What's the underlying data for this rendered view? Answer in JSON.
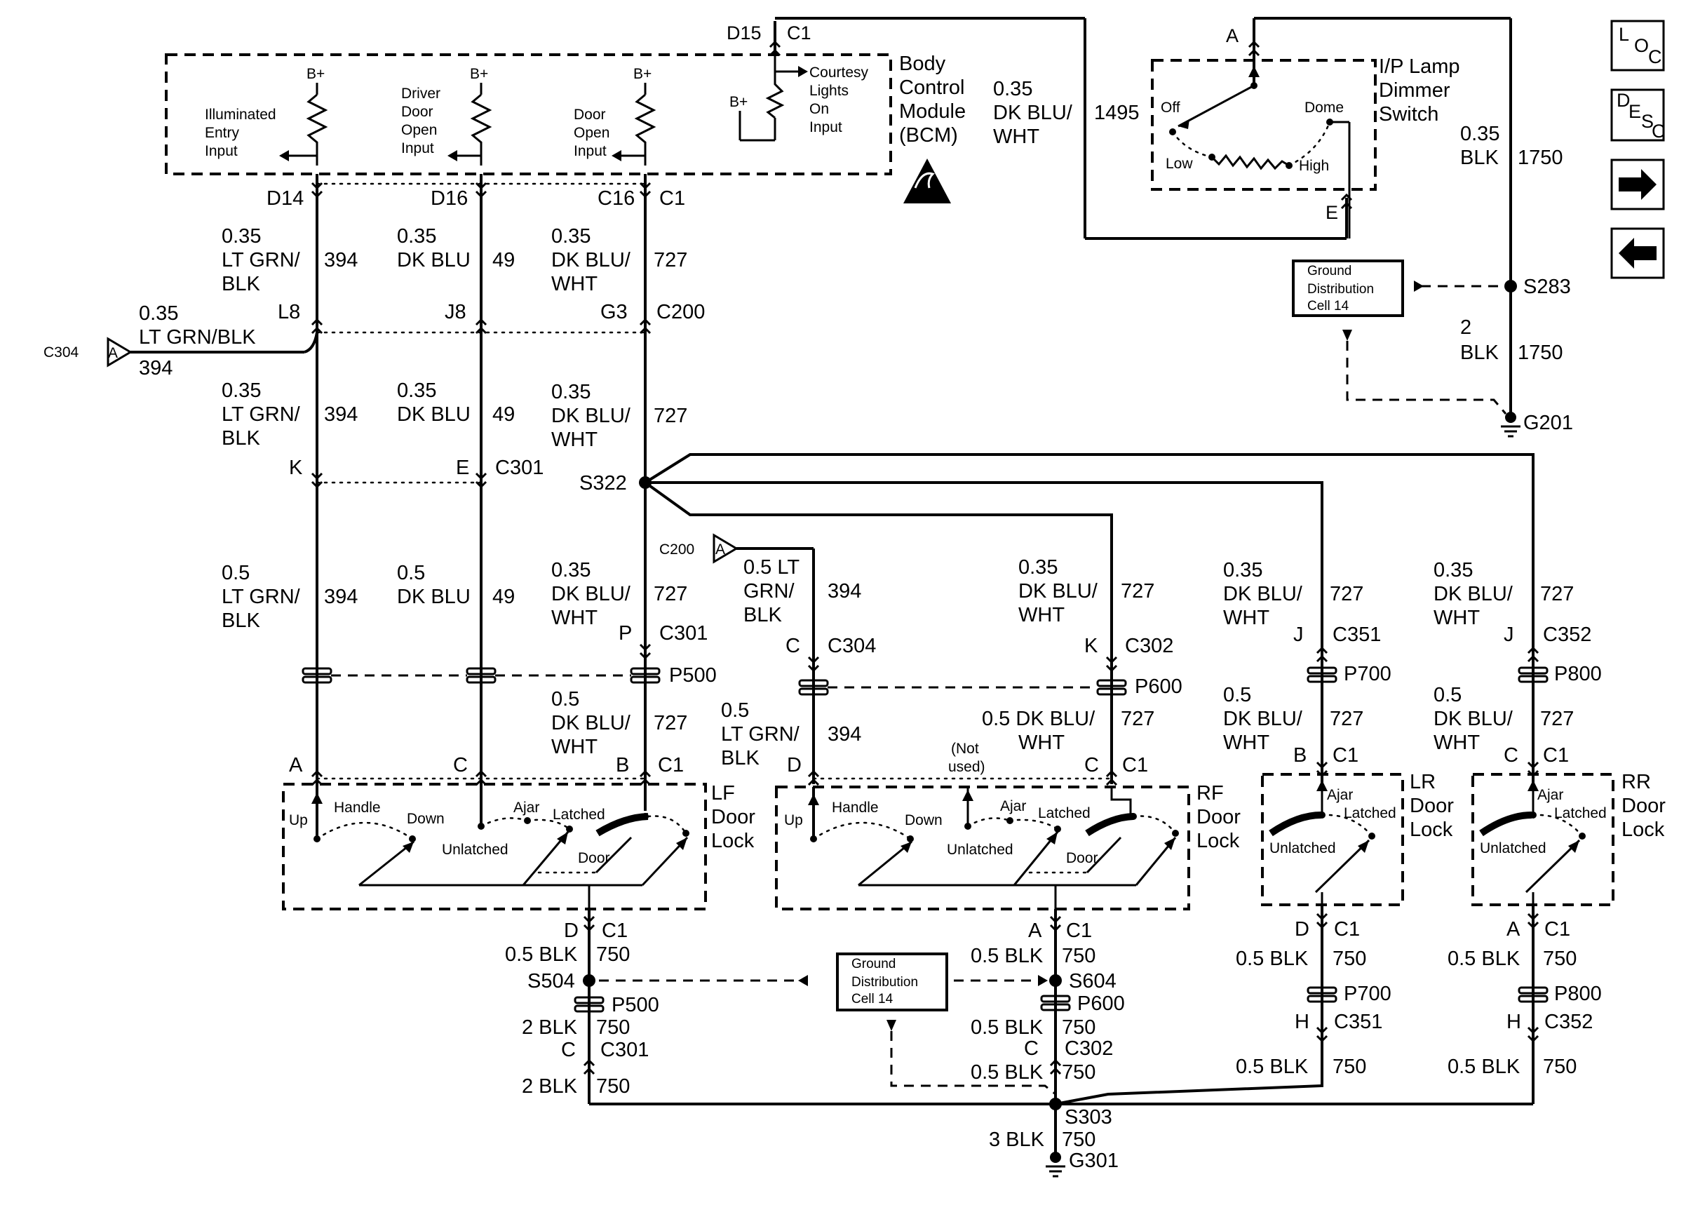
{
  "nav": {
    "loc": [
      "L",
      "O",
      "C"
    ],
    "desc": [
      "D",
      "E",
      "S",
      "C"
    ],
    "icons": [
      "loc-button",
      "desc-button",
      "arrow-right-icon",
      "arrow-left-icon"
    ]
  },
  "bcm": {
    "name": [
      "Body",
      "Control",
      "Module",
      "(BCM)"
    ],
    "inputs": [
      [
        "Illuminated",
        "Entry",
        "Input"
      ],
      [
        "Driver",
        "Door",
        "Open",
        "Input"
      ],
      [
        "Door",
        "Open",
        "Input"
      ],
      [
        "Courtesy",
        "Lights",
        "On",
        "Input"
      ]
    ],
    "bplus": "B+",
    "d15_pin": "D15",
    "d15_conn": "C1",
    "d15_wire": [
      "0.35",
      "DK BLU/",
      "WHT"
    ],
    "circuit_1495": "1495"
  },
  "dimmer": {
    "name": [
      "I/P Lamp",
      "Dimmer",
      "Switch"
    ],
    "pin_a": "A",
    "pin_e": "E",
    "off": "Off",
    "dome": "Dome",
    "low": "Low",
    "high": "High",
    "wire_top": [
      "0.35",
      "BLK"
    ],
    "circuit_top": "1750",
    "wire_bottom": [
      "2",
      "BLK"
    ],
    "circuit_bottom": "1750",
    "splice": "S283",
    "ground": "G201"
  },
  "gdc": {
    "label": [
      "Ground",
      "Distribution",
      "Cell 14"
    ]
  },
  "cols": {
    "c1": {
      "pin1": "D14",
      "wire1": [
        "0.35",
        "LT GRN/",
        "BLK"
      ],
      "cir": "394",
      "pin2": "L8",
      "pin3": "K",
      "wire3": [
        "0.5",
        "LT GRN/",
        "BLK"
      ],
      "pin4": "A"
    },
    "c2": {
      "pin1": "D16",
      "wire1": [
        "0.35",
        "DK BLU"
      ],
      "cir": "49",
      "pin2": "J8",
      "pin3": "E",
      "conn3": "C301",
      "wire3": [
        "0.5",
        "DK BLU"
      ],
      "pin4": "C"
    },
    "c3": {
      "pin1": "C16",
      "conn1": "C1",
      "wire1": [
        "0.35",
        "DK BLU/",
        "WHT"
      ],
      "cir": "727",
      "pin2": "G3",
      "conn2": "C200",
      "splice": "S322",
      "pin3": "P",
      "conn3": "C301",
      "conn4": "P500",
      "wire4": [
        "0.5",
        "DK BLU/",
        "WHT"
      ],
      "pin5": "B",
      "conn5": "C1"
    }
  },
  "c304": {
    "label": "C304",
    "flag": "A",
    "wire": [
      "0.35",
      "LT GRN/BLK"
    ],
    "cir": "394"
  },
  "rf": {
    "c200": "C200",
    "flag": "A",
    "wire1": [
      "0.5 LT",
      "GRN/",
      "BLK"
    ],
    "cir1": "394",
    "pin_c": "C",
    "conn_c304": "C304",
    "wire2": [
      "0.5",
      "LT GRN/",
      "BLK"
    ],
    "cir2": "394",
    "pin_d": "D",
    "col2_wire1": [
      "0.35",
      "DK BLU/",
      "WHT"
    ],
    "col2_cir": "727",
    "pin_k": "K",
    "conn_c302": "C302",
    "p600": "P600",
    "col2_wire2": [
      "0.5 DK BLU/",
      "WHT"
    ],
    "not_used": [
      "(Not",
      "used)"
    ],
    "pin_c2": "C",
    "conn_c1": "C1"
  },
  "locks": {
    "lf": [
      "LF",
      "Door",
      "Lock"
    ],
    "rf": [
      "RF",
      "Door",
      "Lock"
    ],
    "lr": [
      "LR",
      "Door",
      "Lock"
    ],
    "rr": [
      "RR",
      "Door",
      "Lock"
    ],
    "up": "Up",
    "handle": "Handle",
    "down": "Down",
    "ajar": "Ajar",
    "latched": "Latched",
    "unlatched": "Unlatched",
    "door": "Door"
  },
  "lr": {
    "wire1": [
      "0.35",
      "DK BLU/",
      "WHT"
    ],
    "cir": "727",
    "pin_j": "J",
    "conn1": "C351",
    "p700": "P700",
    "wire2": [
      "0.5",
      "DK BLU/",
      "WHT"
    ],
    "pin_b": "B",
    "conn_c1": "C1",
    "pin_d": "D",
    "wire3": "0.5 BLK",
    "cir3": "750",
    "pin_h": "H",
    "conn_h": "C351"
  },
  "rr": {
    "wire1": [
      "0.35",
      "DK BLU/",
      "WHT"
    ],
    "cir": "727",
    "pin_j": "J",
    "conn1": "C352",
    "p800": "P800",
    "wire2": [
      "0.5",
      "DK BLU/",
      "WHT"
    ],
    "pin_c": "C",
    "conn_c1": "C1",
    "pin_a": "A",
    "wire3": "0.5 BLK",
    "cir3": "750",
    "pin_h": "H",
    "conn_h": "C352"
  },
  "ground": {
    "lf_pin": "D",
    "lf_conn": "C1",
    "lf_wire": "0.5 BLK",
    "lf_cir": "750",
    "s504": "S504",
    "p500": "P500",
    "lf_wire2": "2 BLK",
    "lf_cir2": "750",
    "lf_pin_c": "C",
    "lf_c301": "C301",
    "lf_wire3": "2 BLK",
    "lf_cir3": "750",
    "rf_pin": "A",
    "rf_conn": "C1",
    "rf_wire": "0.5 BLK",
    "rf_cir": "750",
    "s604": "S604",
    "p600": "P600",
    "rf_wire2": "0.5 BLK",
    "rf_cir2": "750",
    "rf_pin_c": "C",
    "rf_c302": "C302",
    "rf_wire3": "0.5 BLK",
    "rf_cir3": "750",
    "s303": "S303",
    "main_wire": "3 BLK",
    "main_cir": "750",
    "g301": "G301"
  }
}
